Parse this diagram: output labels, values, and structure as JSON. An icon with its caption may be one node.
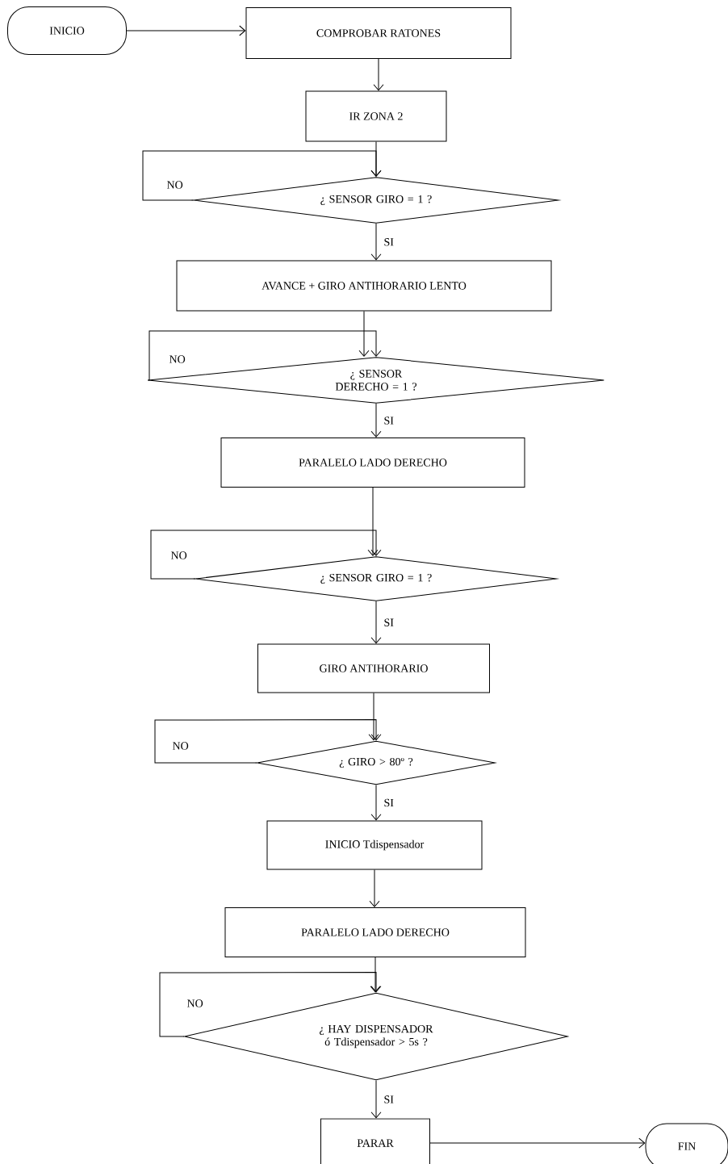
{
  "diagram": {
    "nodes": [
      {
        "text": [
          "INICIO"
        ]
      },
      {
        "text": [
          "COMPROBAR RATONES"
        ]
      },
      {
        "text": [
          "IR ZONA 2"
        ]
      },
      {
        "text": [
          "¿ SENSOR GIRO = 1 ?"
        ]
      },
      {
        "text": [
          "AVANCE + GIRO ANTIHORARIO LENTO"
        ]
      },
      {
        "text": [
          "¿ SENSOR DERECHO = 1 ?"
        ]
      },
      {
        "text": [
          "PARALELO LADO DERECHO"
        ]
      },
      {
        "text": [
          "¿ SENSOR GIRO = 1 ?"
        ]
      },
      {
        "text": [
          "GIRO ANTIHORARIO"
        ]
      },
      {
        "text": [
          "¿ GIRO > 80º ?"
        ]
      },
      {
        "text": [
          "INICIO Tdispensador"
        ]
      },
      {
        "text": [
          "PARALELO LADO DERECHO"
        ]
      },
      {
        "text": [
          "¿ HAY DISPENSADOR ó Tdispensador > 5s ?"
        ]
      },
      {
        "text": [
          "PARAR"
        ]
      },
      {
        "text": [
          "FIN"
        ]
      }
    ],
    "edges": [
      {
        "from": 0,
        "to": 1,
        "arrow": "to"
      },
      {
        "from": 1,
        "to": 2,
        "arrow": "to"
      },
      {
        "from": 2,
        "to": 3,
        "arrow": "to"
      },
      {
        "from": 3,
        "to": 3,
        "arrow": "to",
        "label": "NO"
      },
      {
        "from": 3,
        "to": 4,
        "arrow": "to",
        "label": "SI"
      },
      {
        "from": 4,
        "to": 5,
        "arrow": "to"
      },
      {
        "from": 5,
        "to": 5,
        "arrow": "to",
        "label": "NO"
      },
      {
        "from": 5,
        "to": 6,
        "arrow": "to",
        "label": "SI"
      },
      {
        "from": 6,
        "to": 7,
        "arrow": "to"
      },
      {
        "from": 7,
        "to": 7,
        "arrow": "to",
        "label": "NO"
      },
      {
        "from": 7,
        "to": 8,
        "arrow": "to",
        "label": "SI"
      },
      {
        "from": 8,
        "to": 9,
        "arrow": "to"
      },
      {
        "from": 9,
        "to": 9,
        "arrow": "to",
        "label": "NO"
      },
      {
        "from": 9,
        "to": 10,
        "arrow": "to",
        "label": "SI"
      },
      {
        "from": 10,
        "to": 11,
        "arrow": "to"
      },
      {
        "from": 11,
        "to": 12,
        "arrow": "to"
      },
      {
        "from": 12,
        "to": 12,
        "arrow": "to",
        "label": "NO"
      },
      {
        "from": 12,
        "to": 13,
        "arrow": "to",
        "label": "SI"
      },
      {
        "from": 13,
        "to": 14,
        "arrow": "to"
      }
    ]
  }
}
